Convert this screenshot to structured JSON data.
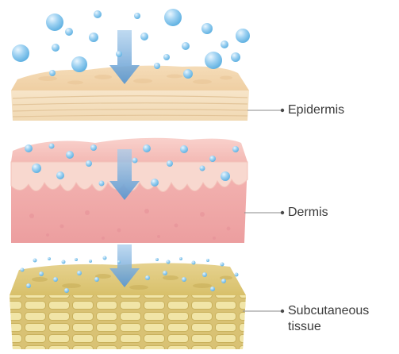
{
  "labels": {
    "epidermis": "Epidermis",
    "dermis": "Dermis",
    "subcutaneous_line1": "Subcutaneous",
    "subcutaneous_line2": "tissue"
  },
  "colors": {
    "droplet": "#7fc1ea",
    "droplet_highlight": "#e8f5fd",
    "arrow": "#7aaed8",
    "epidermis_top": "#f3d9b6",
    "epidermis_front": "#f6e2c4",
    "dermis_top": "#f6c4bf",
    "dermis_front": "#efa8a8",
    "dermis_wave": "#f7d9cf",
    "subcutaneous_top": "#dcc474",
    "subcutaneous_front": "#e2cf83",
    "fat_cell": "#f0e4a6",
    "leader_line": "#8a8a8a"
  }
}
